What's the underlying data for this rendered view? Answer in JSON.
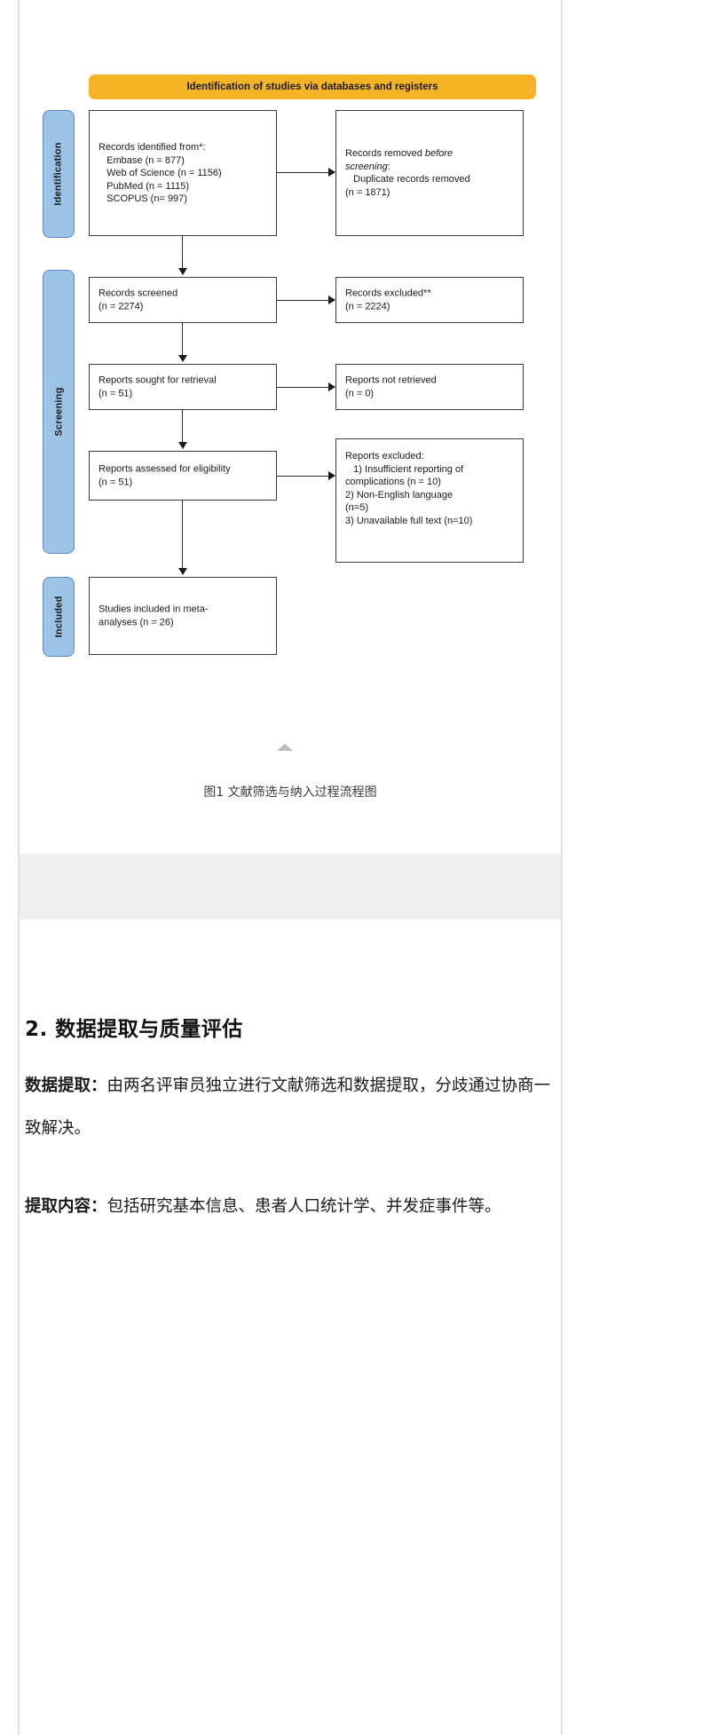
{
  "figure": {
    "banner": "Identification of studies via databases and registers",
    "phases": [
      {
        "key": "identification",
        "label": "Identification"
      },
      {
        "key": "screening",
        "label": "Screening"
      },
      {
        "key": "included",
        "label": "Included"
      }
    ],
    "boxes": {
      "records_identified": {
        "title": "Records identified from*:",
        "lines": [
          "Embase (n = 877)",
          "Web of Science (n = 1156)",
          "PubMed (n = 1115)",
          "SCOPUS (n= 997)"
        ]
      },
      "records_removed": {
        "line1": "Records removed ",
        "line1_italic": "before",
        "line2_italic": "screening",
        "line2_rest": ":",
        "line3": "Duplicate records removed",
        "line4": "(n = 1871)"
      },
      "records_screened": {
        "line1": "Records screened",
        "line2": "(n = 2274)"
      },
      "records_excluded": {
        "line1": "Records excluded**",
        "line2": "(n = 2224)"
      },
      "reports_sought": {
        "line1": "Reports sought for retrieval",
        "line2": "(n = 51)"
      },
      "reports_not_retrieved": {
        "line1": "Reports not retrieved",
        "line2": "(n = 0)"
      },
      "reports_assessed": {
        "line1": "Reports assessed for eligibility",
        "line2": "(n = 51)"
      },
      "reports_excluded": {
        "title": "Reports excluded:",
        "lines": [
          "1) Insufficient reporting of",
          "complications (n = 10)",
          "2) Non-English language",
          "(n=5)",
          "3) Unavailable full text (n=10)"
        ]
      },
      "studies_included": {
        "line1": "Studies included in meta-",
        "line2": "analyses (n = 26)"
      }
    },
    "caption": "图1   文献筛选与纳入过程流程图",
    "colors": {
      "banner": "#f5b426",
      "phase_tab": "#9dc3e6",
      "phase_tab_border": "#5b87c4",
      "box_border": "#3a3a3a",
      "connector": "#2b2b2b"
    }
  },
  "article": {
    "heading": "2. 数据提取与质量评估",
    "paragraphs": [
      {
        "label": "数据提取：",
        "text": "由两名评审员独立进行文献筛选和数据提取，分歧通过协商一致解决。"
      },
      {
        "label": "提取内容：",
        "text": "包括研究基本信息、患者人口统计学、并发症事件等。"
      }
    ]
  }
}
